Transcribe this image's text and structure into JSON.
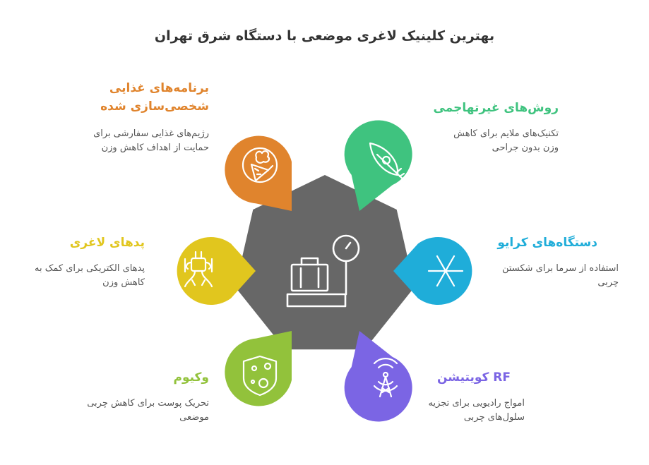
{
  "title": "بهترین کلینیک لاغری موضعی با دستگاه شرق تهران",
  "colors": {
    "center": "#676767",
    "orange": "#e0842d",
    "green": "#3fc37f",
    "yellow": "#e1c61e",
    "cyan": "#1fadd9",
    "lime": "#92c23b",
    "purple": "#7b65e4"
  },
  "center_icon": "luggage-scale-icon",
  "items": [
    {
      "id": "diet",
      "color": "#e0842d",
      "icon": "vegetables-icon",
      "title_lines": [
        "برنامه‌های غذایی",
        "شخصی‌سازی شده"
      ],
      "desc_lines": [
        "رژیم‌های غذایی سفارشی برای",
        "حمایت از اهداف کاهش وزن"
      ]
    },
    {
      "id": "nonsurgical",
      "color": "#3fc37f",
      "icon": "feather-icon",
      "title_lines": [
        "روش‌های غیرتهاجمی"
      ],
      "desc_lines": [
        "تکنیک‌های ملایم برای کاهش",
        "وزن بدون جراحی"
      ]
    },
    {
      "id": "pads",
      "color": "#e1c61e",
      "icon": "electrode-pad-icon",
      "title_lines": [
        "پدهای لاغری"
      ],
      "desc_lines": [
        "پدهای الکتریکی برای کمک به",
        "کاهش وزن"
      ]
    },
    {
      "id": "cryo",
      "color": "#1fadd9",
      "icon": "snowflake-icon",
      "title_lines": [
        "دستگاه‌های کرایو"
      ],
      "desc_lines": [
        "استفاده از سرما برای شکستن",
        "چربی"
      ]
    },
    {
      "id": "vacuum",
      "color": "#92c23b",
      "icon": "shield-bubbles-icon",
      "title_lines": [
        "وکیوم"
      ],
      "desc_lines": [
        "تحریک پوست برای کاهش چربی",
        "موضعی"
      ]
    },
    {
      "id": "rf",
      "color": "#7b65e4",
      "icon": "radio-tower-icon",
      "title_lines": [
        "RF کویتیشن"
      ],
      "desc_lines": [
        "امواج رادیویی برای تجزیه",
        "سلول‌های چربی"
      ]
    }
  ]
}
